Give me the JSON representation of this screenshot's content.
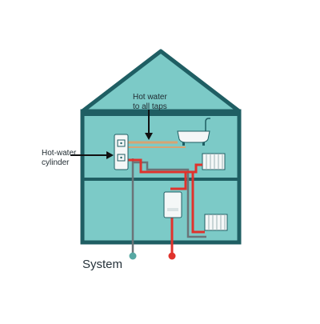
{
  "labels": {
    "hot_water_line1": "Hot water",
    "hot_water_line2": "to all taps",
    "cylinder_line1": "Hot-water",
    "cylinder_line2": "cylinder",
    "caption": "System"
  },
  "colors": {
    "house_fill": "#7ccac7",
    "roof_fill": "#7ccac7",
    "outline": "#1f5e63",
    "hot_pipe": "#e0322c",
    "warm_pipe": "#d7a472",
    "cold_pipe": "#6a7478",
    "mains_dot": "#57a8a3",
    "appliance": "#f4f7f7"
  }
}
